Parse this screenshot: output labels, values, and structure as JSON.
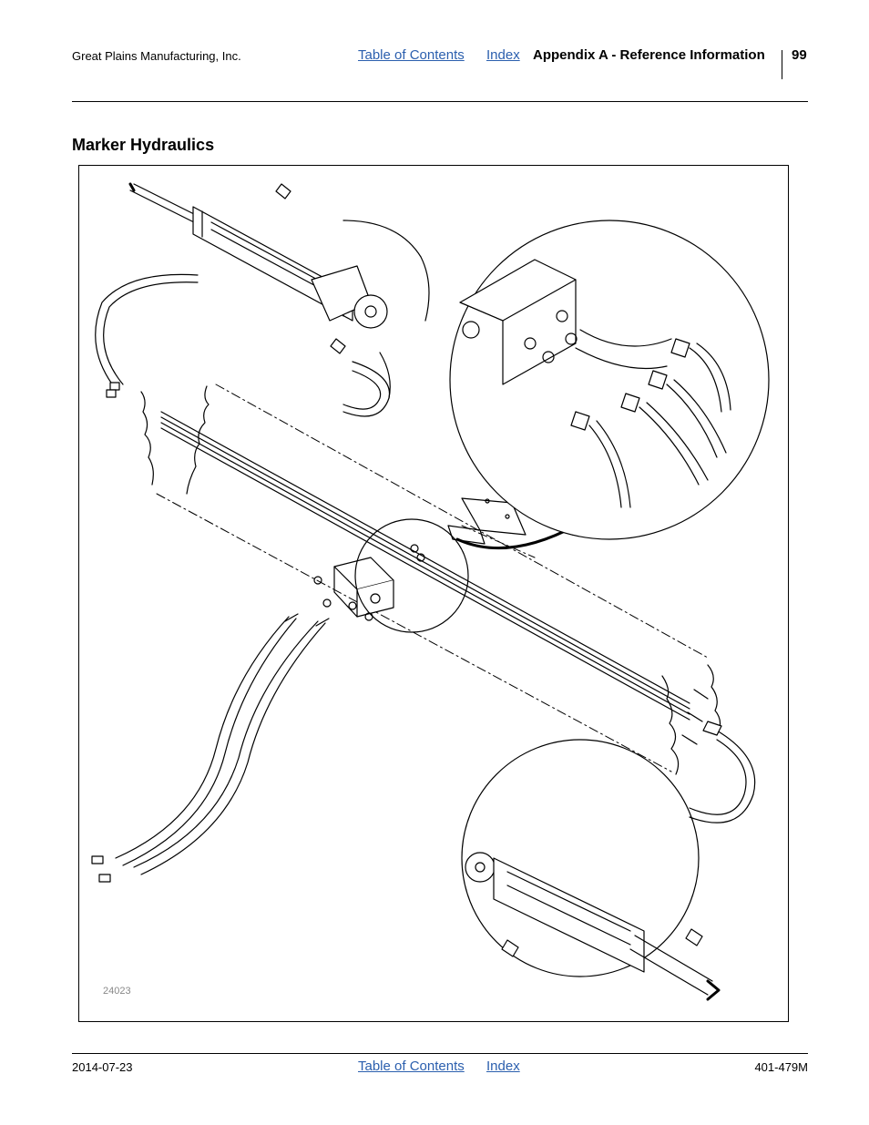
{
  "header": {
    "company": "Great Plains Manufacturing, Inc.",
    "toc_link": "Table of Contents",
    "index_link": "Index",
    "chapter_title": "Appendix A - Reference Information",
    "page_number": "99"
  },
  "section_title": "Marker Hydraulics",
  "figure": {
    "id": "24023"
  },
  "footer": {
    "date": "2014-07-23",
    "toc_link": "Table of Contents",
    "index_link": "Index",
    "doc_number": "401-479M"
  },
  "colors": {
    "link": "#2b5fae",
    "callout_arrow": "#000000"
  }
}
